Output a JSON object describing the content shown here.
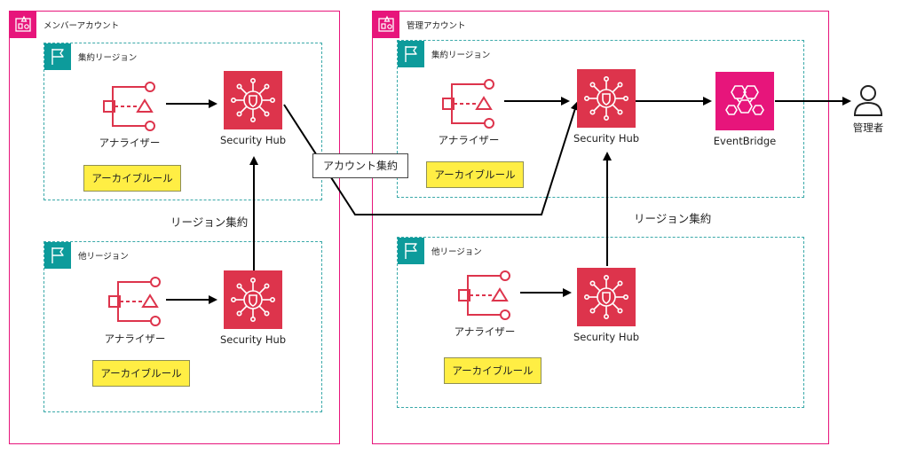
{
  "accounts": {
    "member": {
      "title": "メンバーアカウント"
    },
    "admin": {
      "title": "管理アカウント"
    }
  },
  "regions": {
    "member_agg": {
      "title": "集約リージョン"
    },
    "member_other": {
      "title": "他リージョン"
    },
    "admin_agg": {
      "title": "集約リージョン"
    },
    "admin_other": {
      "title": "他リージョン"
    }
  },
  "services": {
    "analyzer": "アナライザー",
    "security_hub": "Security Hub",
    "eventbridge": "EventBridge"
  },
  "rules": {
    "archive": "アーカイブルール"
  },
  "flows": {
    "region_aggregation": "リージョン集約",
    "account_aggregation": "アカウント集約"
  },
  "actor": {
    "admin_user": "管理者"
  },
  "colors": {
    "account_border": "#e7157b",
    "region_border": "#3aa9a9",
    "region_icon": "#0d9b9b",
    "security_hub": "#dd344c",
    "eventbridge": "#e7157b",
    "analyzer": "#dd344c",
    "rule_fill": "#ffee44"
  }
}
